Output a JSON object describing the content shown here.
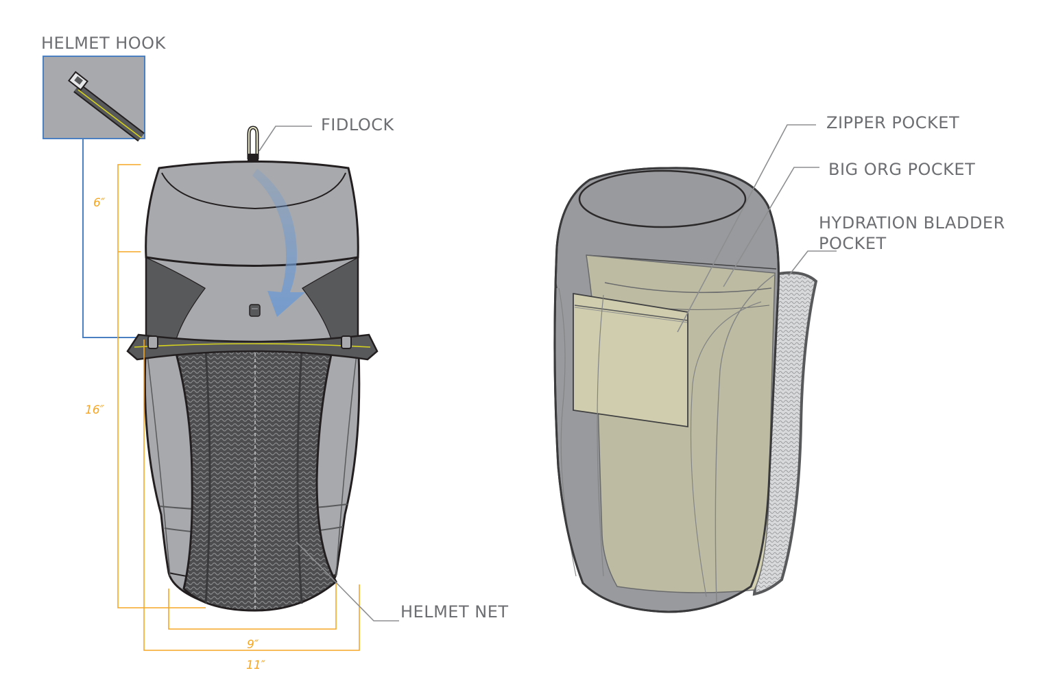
{
  "labels": {
    "helmet_hook": "HELMET HOOK",
    "fidlock": "FIDLOCK",
    "helmet_net": "HELMET NET",
    "zipper_pocket": "ZIPPER POCKET",
    "big_org_pocket": "BIG ORG POCKET",
    "hydration_line1": "HYDRATION BLADDER",
    "hydration_line2": "POCKET"
  },
  "dimensions": {
    "top_height": "6″",
    "body_height": "16″",
    "inner_width": "9″",
    "outer_width": "11″"
  },
  "colors": {
    "label_text": "#6d6e71",
    "dimension": "#f5a623",
    "hook_callout": "#4a7fc1",
    "bag_body": "#a7a9ac",
    "bag_dark": "#58595b",
    "bag_outline": "#231f20",
    "strap_accent": "#d6d31f",
    "arrow": "#6f9ad1",
    "pocket_fill": "#eeeebb"
  }
}
